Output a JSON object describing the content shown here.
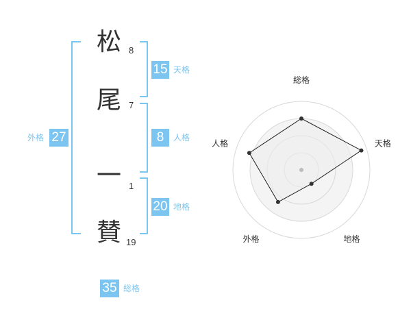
{
  "name": {
    "chars": [
      {
        "char": "松",
        "strokes": "8"
      },
      {
        "char": "尾",
        "strokes": "7"
      },
      {
        "char": "一",
        "strokes": "1"
      },
      {
        "char": "賛",
        "strokes": "19"
      }
    ]
  },
  "scores": {
    "tenkaku": {
      "value": "15",
      "label": "天格"
    },
    "jinkaku": {
      "value": "8",
      "label": "人格"
    },
    "chikaku": {
      "value": "20",
      "label": "地格"
    },
    "gaikaku": {
      "value": "27",
      "label": "外格"
    },
    "soukaku": {
      "value": "35",
      "label": "総格"
    }
  },
  "radar": {
    "axes": [
      "総格",
      "天格",
      "地格",
      "外格",
      "人格"
    ],
    "levels": 4,
    "values": [
      0.75,
      0.92,
      0.25,
      0.58,
      0.8
    ],
    "colors": {
      "ring": "#d8d8d8",
      "fill": "#ececec",
      "line": "#222222",
      "point": "#333333",
      "center": "#bbbbbb"
    }
  },
  "colors": {
    "accent": "#7cc5f0"
  }
}
